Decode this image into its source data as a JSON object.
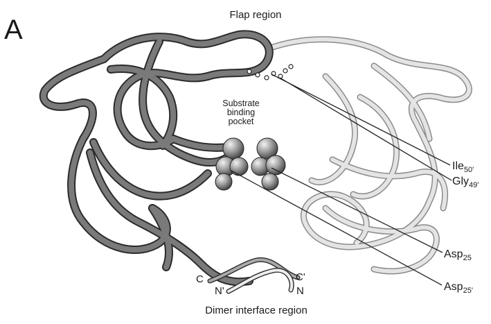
{
  "panel_label": "A",
  "top_label": "Flap region",
  "bottom_label": "Dimer interface region",
  "pocket_label": [
    "Substrate",
    "binding",
    "pocket"
  ],
  "residues": [
    {
      "name": "Ile",
      "sub": "50'"
    },
    {
      "name": "Gly",
      "sub": "49'"
    },
    {
      "name": "Asp",
      "sub": "25"
    },
    {
      "name": "Asp",
      "sub": "25'"
    }
  ],
  "termini": {
    "c": "C",
    "c_prime": "C'",
    "n_prime": "N'",
    "n": "N"
  },
  "colors": {
    "dark_chain": "#6f6f6f",
    "light_chain": "#d9d9d9",
    "spheres": "#8c8c8c",
    "leader": "#222222"
  }
}
